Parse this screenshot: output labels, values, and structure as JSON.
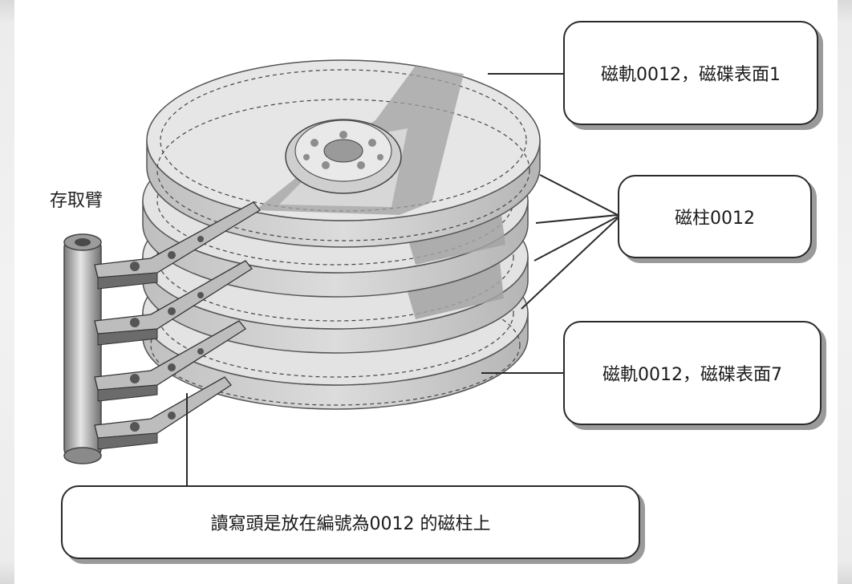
{
  "labels": {
    "access_arm": "存取臂",
    "track_surface_1": "磁軌0012，磁碟表面1",
    "cylinder": "磁柱0012",
    "track_surface_7": "磁軌0012，磁碟表面7",
    "heads_caption": "讀寫頭是放在編號為0012 的磁柱上"
  },
  "colors": {
    "platter": "#e3e3e3",
    "platter_edge": "#c7c7c7",
    "sector_wedge": "#9e9e9e",
    "arm": "#b8b8b8",
    "outline": "#2a2a2a"
  }
}
